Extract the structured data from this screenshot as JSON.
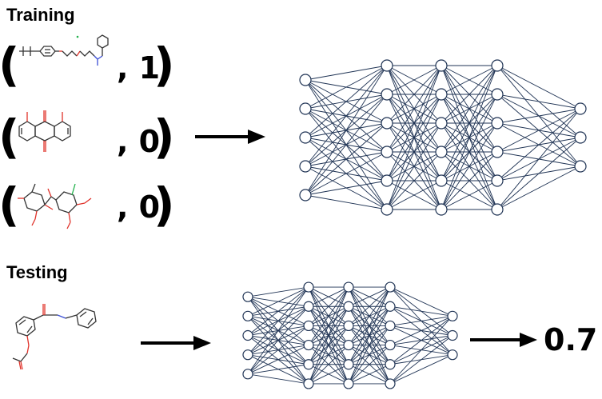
{
  "training": {
    "title": "Training",
    "examples": [
      {
        "open": "(",
        "label": ", 1",
        "close": ")"
      },
      {
        "open": "(",
        "label": ", 0",
        "close": ")"
      },
      {
        "open": "(",
        "label": ", 0",
        "close": ")"
      }
    ],
    "network_layers": [
      5,
      6,
      6,
      6,
      3
    ]
  },
  "testing": {
    "title": "Testing",
    "output_value": "0.7",
    "network_layers": [
      5,
      6,
      6,
      6,
      3
    ]
  },
  "colors": {
    "network": "#1f3354",
    "oxygen": "#e0322a",
    "chlorine": "#22b14c",
    "nitrogen": "#3b4fd6"
  }
}
